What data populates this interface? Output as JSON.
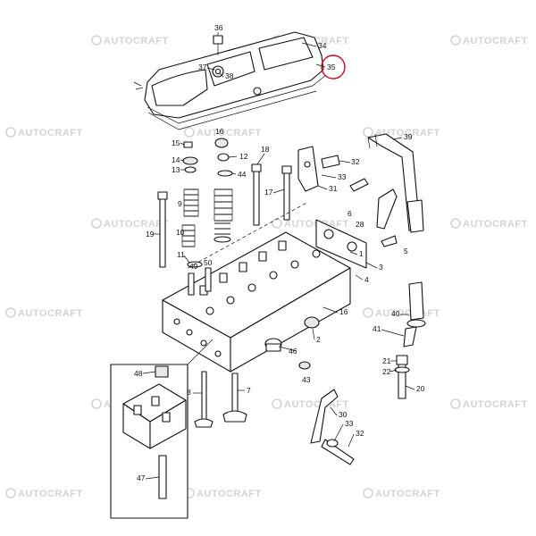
{
  "watermark": {
    "text": "AUTOCRAFT"
  },
  "highlight_color": "#d0021b",
  "highlighted_part": "35",
  "callouts": [
    "36",
    "34",
    "37",
    "38",
    "35",
    "15",
    "16",
    "12",
    "18",
    "14",
    "44",
    "13",
    "17",
    "32",
    "39",
    "33",
    "31",
    "9",
    "6",
    "28",
    "10",
    "19",
    "49",
    "11",
    "50",
    "1",
    "3",
    "4",
    "5",
    "16",
    "2",
    "40",
    "41",
    "46",
    "43",
    "21",
    "22",
    "20",
    "48",
    "8",
    "7",
    "30",
    "33",
    "32",
    "47"
  ]
}
